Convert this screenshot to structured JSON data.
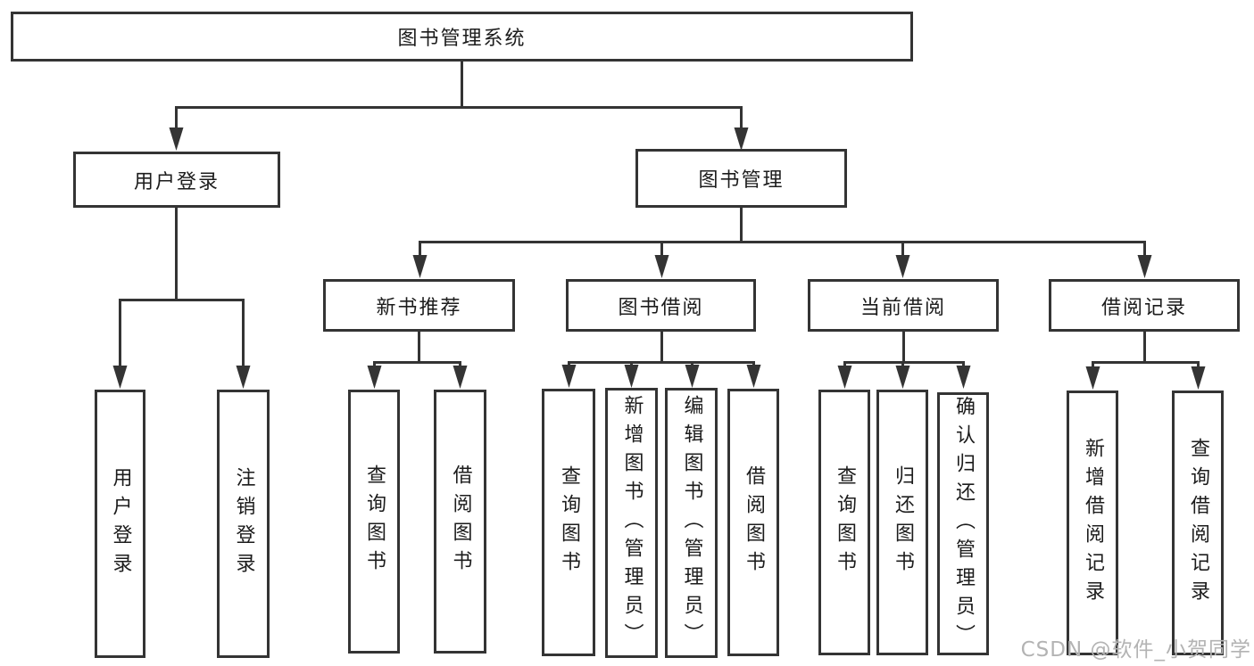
{
  "diagram": {
    "root": {
      "label": "图书管理系统"
    },
    "level2": [
      {
        "label": "用户登录"
      },
      {
        "label": "图书管理"
      }
    ],
    "level3": [
      {
        "label": "新书推荐"
      },
      {
        "label": "图书借阅"
      },
      {
        "label": "当前借阅"
      },
      {
        "label": "借阅记录"
      }
    ],
    "leaves": [
      {
        "label": "用户登录"
      },
      {
        "label": "注销登录"
      },
      {
        "label": "查询图书"
      },
      {
        "label": "借阅图书"
      },
      {
        "label": "查询图书"
      },
      {
        "label": "新增图书（管理员）"
      },
      {
        "label": "编辑图书（管理员）"
      },
      {
        "label": "借阅图书"
      },
      {
        "label": "查询图书"
      },
      {
        "label": "归还图书"
      },
      {
        "label": "确认归还（管理员）"
      },
      {
        "label": "新增借阅记录"
      },
      {
        "label": "查询借阅记录"
      }
    ]
  },
  "watermark": {
    "text": "CSDN @软件_小贺同学"
  },
  "colors": {
    "background": "#ffffff",
    "line": "#343434",
    "box_border": "#343434",
    "box_fill": "#ffffff",
    "text": "#1c1c1c",
    "watermark": "#b3b3b3"
  }
}
